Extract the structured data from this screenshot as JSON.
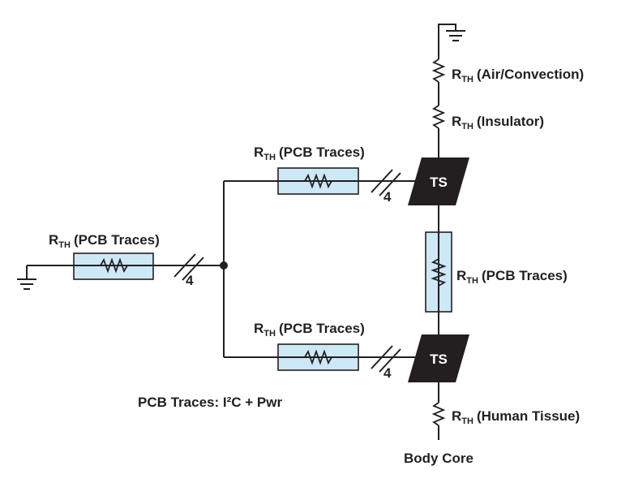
{
  "colors": {
    "line": "#231f20",
    "resistor_box_fill": "#cde8f6",
    "sensor_fill": "#231f20",
    "sensor_text": "#ffffff",
    "background": "#ffffff"
  },
  "labels": {
    "r_main": "R",
    "r_sub": "TH",
    "left_resistor": "(PCB Traces)",
    "top_resistor": "(PCB Traces)",
    "bottom_resistor": "(PCB Traces)",
    "vertical_resistor": "(PCB Traces)",
    "air": "(Air/Convection)",
    "insulator": "(Insulator)",
    "tissue": "(Human Tissue)",
    "bus_count": "4",
    "sensor": "TS",
    "note": "PCB Traces: I²C + Pwr",
    "body_core": "Body Core"
  },
  "icons": {
    "ground": "ground-symbol-icon",
    "resistor": "zigzag-resistor-icon",
    "bus": "bus-slash-icon",
    "junction": "junction-dot-icon",
    "sensor": "parallelogram-sensor-icon"
  }
}
